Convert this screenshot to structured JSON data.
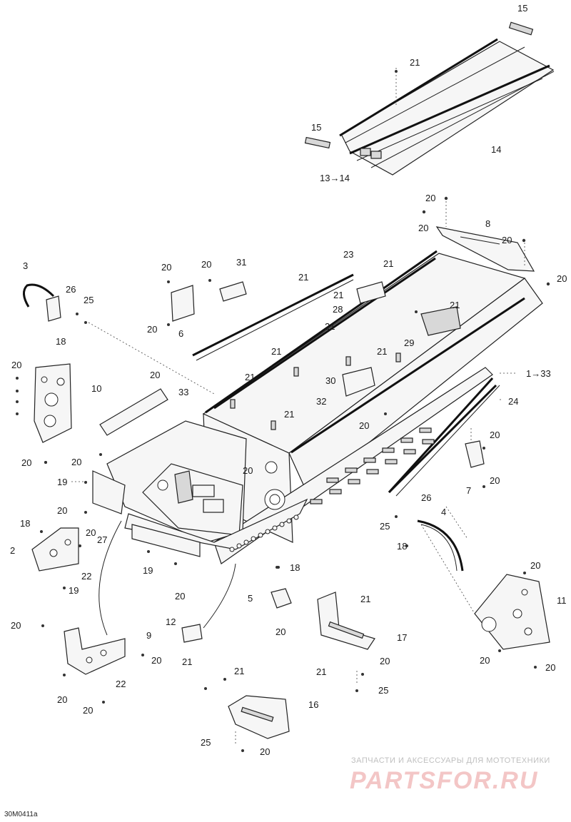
{
  "diagram_code": "30M0411a",
  "watermark": {
    "line1": "ЗАПЧАСТИ И АКСЕССУАРЫ ДЛЯ МОТОТЕХНИКИ",
    "logo_text": "PARTSFOR.RU"
  },
  "callouts": {
    "c15a": "15",
    "c21a": "21",
    "c15b": "15",
    "c14": "14",
    "c13_14": "13→14",
    "c20a": "20",
    "c20b": "20",
    "c8": "8",
    "c20c": "20",
    "c20d": "20",
    "c3": "3",
    "c20e": "20",
    "c20f": "20",
    "c31": "31",
    "c23": "23",
    "c21b": "21",
    "c21c": "21",
    "c26a": "26",
    "c25a": "25",
    "c21d": "21",
    "c21e": "21",
    "c28": "28",
    "c20g": "20",
    "c6": "6",
    "c18a": "18",
    "c21f": "21",
    "c29": "29",
    "c21g": "21",
    "c21h": "21",
    "c20h": "20",
    "c10": "10",
    "c20i": "20",
    "c33": "33",
    "c21i": "21",
    "c30": "30",
    "c1_33": "1→33",
    "c32": "32",
    "c24": "24",
    "c21j": "21",
    "c20j": "20",
    "c20k": "20",
    "c20l": "20",
    "c20m": "20",
    "c19a": "19",
    "c20n": "20",
    "c7": "7",
    "c20o": "20",
    "c26b": "26",
    "c4": "4",
    "c25b": "25",
    "c18b": "18",
    "c18c": "18",
    "c20p": "20",
    "c2": "2",
    "c27": "27",
    "c22a": "22",
    "c19b": "19",
    "c19c": "19",
    "c18d": "18",
    "c20q": "20",
    "c20r": "20",
    "c11": "11",
    "c5": "5",
    "c21k": "21",
    "c20s": "20",
    "c17": "17",
    "c20t": "20",
    "c20u": "20",
    "c12": "12",
    "c21l": "21",
    "c9": "9",
    "c20v": "20",
    "c20w": "20",
    "c21m": "21",
    "c20x": "20",
    "c25c": "25",
    "c22b": "22",
    "c20y": "20",
    "c21n": "21",
    "c16": "16",
    "c25d": "25",
    "c20z": "20"
  }
}
